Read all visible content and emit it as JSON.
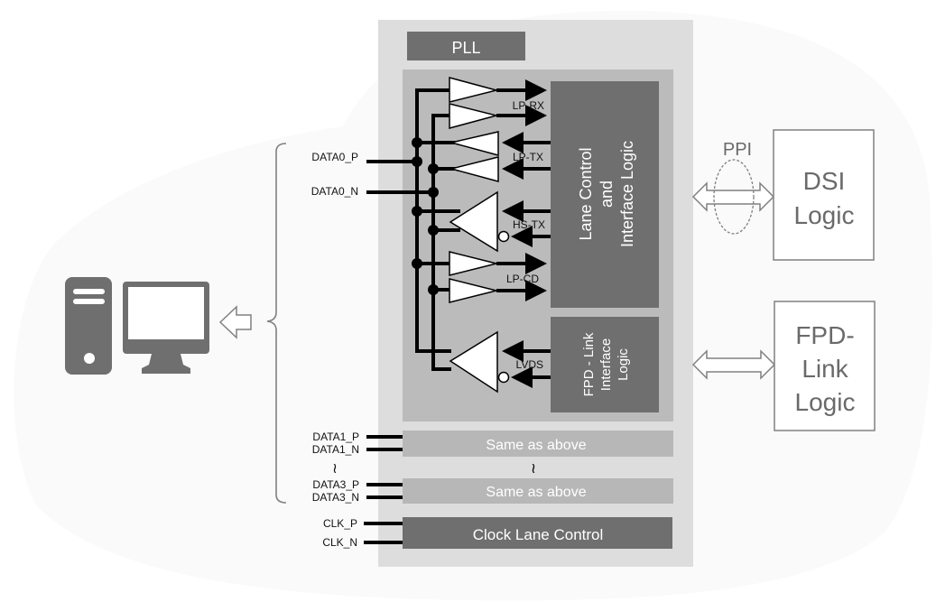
{
  "colors": {
    "background": "#ffffff",
    "blob": "#fafafa",
    "phy_outer": "#dddddd",
    "lane_block": "#bbbbbb",
    "dark_block": "#6f6f6f",
    "same_block": "#b7b7b7",
    "wire": "#000000",
    "outline_gray": "#808080",
    "light_text": "#ffffff",
    "gray_text": "#6a6a6a"
  },
  "phy": {
    "pll_label": "PLL",
    "lane_control_lines": [
      "Lane Control",
      "and",
      "Interface Logic"
    ],
    "fpd_interface_lines": [
      "FPD - Link",
      "Interface",
      "Logic"
    ],
    "buffers": {
      "lp_rx": "LP-RX",
      "lp_tx": "LP-TX",
      "hs_tx": "HS-TX",
      "lp_cd": "LP-CD",
      "lvds": "LVDS"
    },
    "same_as_above_1": "Same as above",
    "same_as_above_2": "Same as above",
    "ellipsis_glyph": "≀",
    "clock_lane_control": "Clock Lane Control"
  },
  "pins": {
    "data0_p": "DATA0_P",
    "data0_n": "DATA0_N",
    "data1_p": "DATA1_P",
    "data1_n": "DATA1_N",
    "data3_p": "DATA3_P",
    "data3_n": "DATA3_N",
    "clk_p": "CLK_P",
    "clk_n": "CLK_N",
    "ellipsis_glyph": "≀"
  },
  "right": {
    "ppi_label": "PPI",
    "dsi_lines": [
      "DSI",
      "Logic"
    ],
    "fpd_lines": [
      "FPD-",
      "Link",
      "Logic"
    ]
  },
  "left": {
    "icon": "desktop-computer-icon",
    "arrow": "hollow-left-arrow-icon"
  }
}
